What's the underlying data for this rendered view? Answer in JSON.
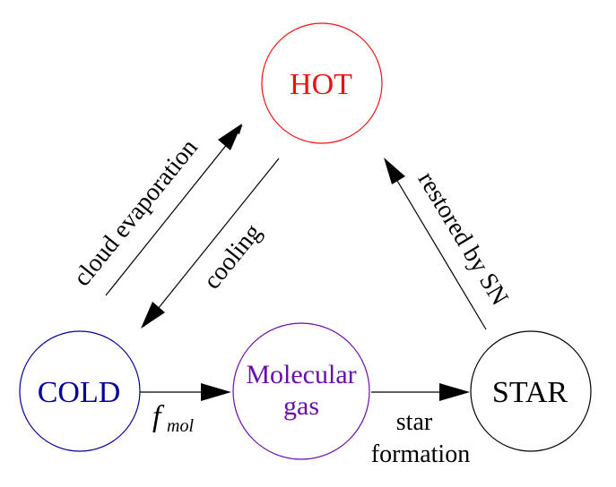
{
  "nodes": {
    "hot": {
      "label": "HOT",
      "color": "#ee1111"
    },
    "cold": {
      "label": "COLD",
      "color": "#000099"
    },
    "molecular": {
      "line1": "Molecular",
      "line2": "gas",
      "color": "#6a0dad"
    },
    "star": {
      "label": "STAR",
      "color": "#000000"
    }
  },
  "edges": {
    "cloud_evaporation": "cloud evaporation",
    "cooling": "cooling",
    "restored_by_sn": "restored by SN",
    "f_mol": {
      "symbol": "f",
      "subscript": "mol"
    },
    "star_formation": {
      "line1": "star",
      "line2": "formation"
    }
  }
}
